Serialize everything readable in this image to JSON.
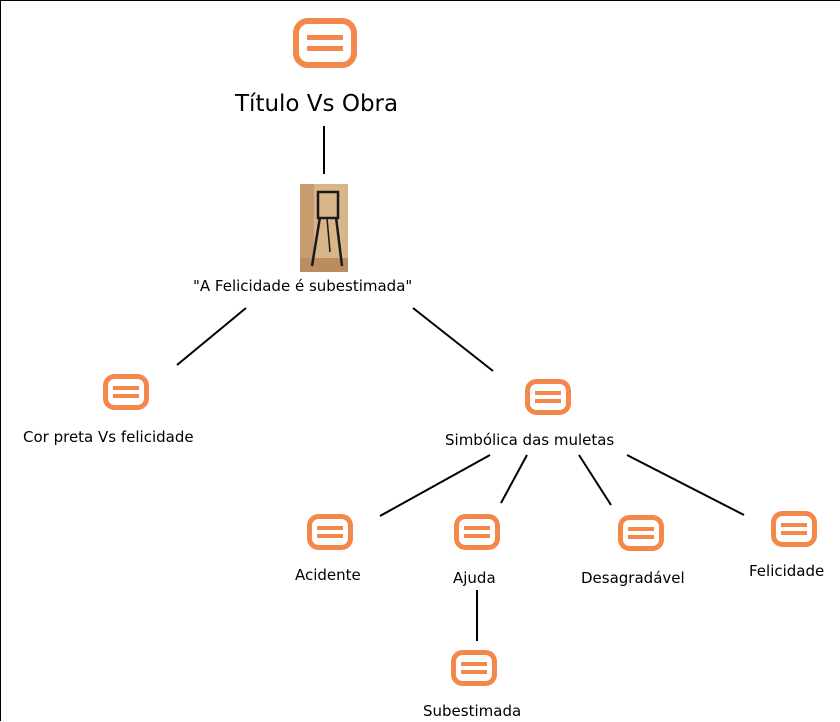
{
  "colors": {
    "icon_orange": "#f4874a",
    "edge": "#000000",
    "photo_wall": "#d9b58a",
    "photo_frame": "#1a1a1a"
  },
  "nodes": {
    "root": {
      "label": "Título Vs Obra",
      "icon": "list-icon"
    },
    "artwork": {
      "label": "\"A Felicidade é subestimada\"",
      "icon": "artwork-photo"
    },
    "cor_preta": {
      "label": "Cor preta Vs felicidade",
      "icon": "list-icon"
    },
    "simbolica": {
      "label": "Simbólica das muletas",
      "icon": "list-icon"
    },
    "acidente": {
      "label": "Acidente",
      "icon": "list-icon"
    },
    "ajuda": {
      "label": "Ajuda",
      "icon": "list-icon"
    },
    "desagradavel": {
      "label": "Desagradável",
      "icon": "list-icon"
    },
    "felicidade": {
      "label": "Felicidade",
      "icon": "list-icon"
    },
    "subestimada": {
      "label": "Subestimada",
      "icon": "list-icon"
    }
  }
}
